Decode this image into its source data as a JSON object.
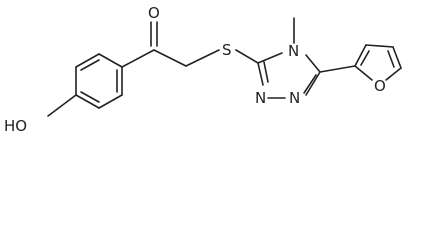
{
  "molecule": {
    "atoms": {
      "oxygen_ketone": "O",
      "sulfur": "S",
      "nitrogen_methyl": "N",
      "nitrogen_1": "N",
      "nitrogen_2": "N",
      "oxygen_furan": "O",
      "hydroxyl": "HO"
    }
  },
  "colors": {
    "bond": "#222222",
    "label": "#222222",
    "background": "#ffffff"
  }
}
